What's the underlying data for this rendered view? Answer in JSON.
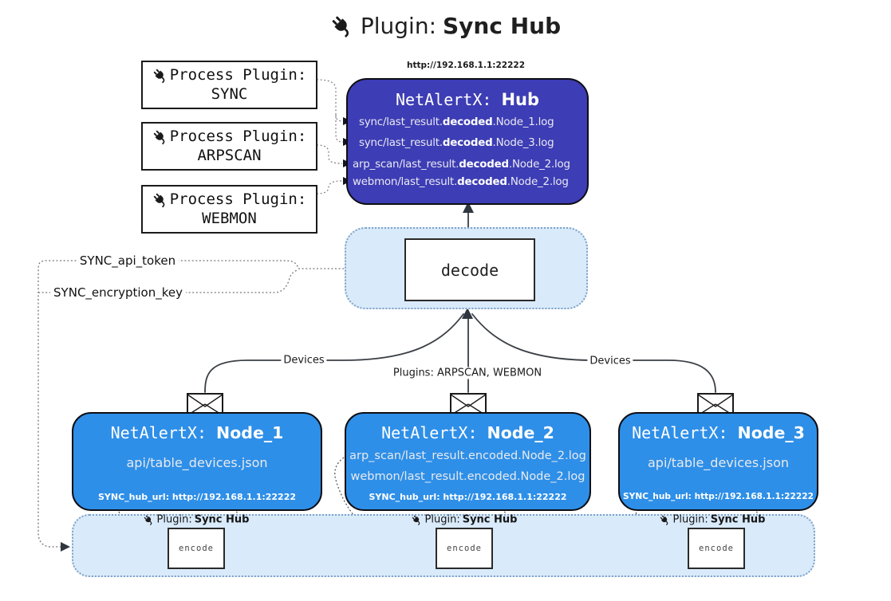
{
  "title": {
    "label": "Plugin:",
    "name": "Sync Hub"
  },
  "process_plugins": [
    {
      "label": "Process Plugin:",
      "name": "SYNC"
    },
    {
      "label": "Process Plugin:",
      "name": "ARPSCAN"
    },
    {
      "label": "Process Plugin:",
      "name": "WEBMON"
    }
  ],
  "hub": {
    "url": "http://192.168.1.1:22222",
    "title_label": "NetAlertX: ",
    "title_name": "Hub",
    "logs": [
      {
        "pre": "sync/last_result.",
        "bold": "decoded",
        "post": ".Node_1.log"
      },
      {
        "pre": "sync/last_result.",
        "bold": "decoded",
        "post": ".Node_3.log"
      },
      {
        "pre": "arp_scan/last_result.",
        "bold": "decoded",
        "post": ".Node_2.log"
      },
      {
        "pre": "webmon/last_result.",
        "bold": "decoded",
        "post": ".Node_2.log"
      }
    ]
  },
  "decode": {
    "label": "decode"
  },
  "settings": {
    "api_token": "SYNC_api_token",
    "encryption_key": "SYNC_encryption_key"
  },
  "edge_labels": {
    "devices_left": "Devices",
    "devices_right": "Devices",
    "plugins": "Plugins: ARPSCAN, WEBMON"
  },
  "nodes": [
    {
      "title_label": "NetAlertX: ",
      "title_name": "Node_1",
      "lines": [
        "api/table_devices.json"
      ],
      "hub_url": "SYNC_hub_url: http://192.168.1.1:22222",
      "plugin_label": "Plugin:",
      "plugin_name": "Sync Hub",
      "encode": "encode"
    },
    {
      "title_label": "NetAlertX: ",
      "title_name": "Node_2",
      "lines": [
        "arp_scan/last_result.encoded.Node_2.log",
        "webmon/last_result.encoded.Node_2.log"
      ],
      "hub_url": "SYNC_hub_url: http://192.168.1.1:22222",
      "plugin_label": "Plugin:",
      "plugin_name": "Sync Hub",
      "encode": "encode"
    },
    {
      "title_label": "NetAlertX: ",
      "title_name": "Node_3",
      "lines": [
        "api/table_devices.json"
      ],
      "hub_url": "SYNC_hub_url: http://192.168.1.1:22222",
      "plugin_label": "Plugin:",
      "plugin_name": "Sync Hub",
      "encode": "encode"
    }
  ],
  "colors": {
    "hub_fill": "#3d3db5",
    "node_fill": "#2e8fe8",
    "panel_fill": "#d9eafa",
    "panel_border": "#7ea2c8",
    "line": "#3a3f45",
    "arrow": "#2f3640"
  }
}
